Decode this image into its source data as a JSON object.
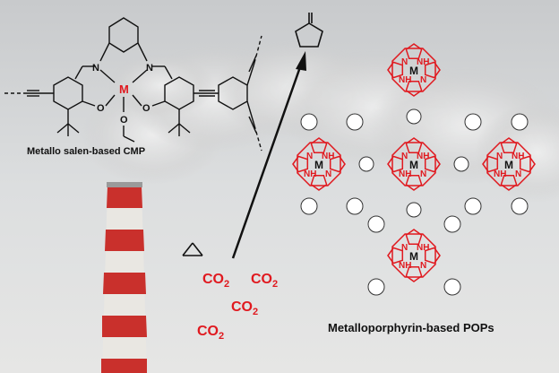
{
  "labels": {
    "salen_cmp": "Metallo salen-based CMP",
    "porphyrin_pops": "Metalloporphyrin-based POPs"
  },
  "co2": [
    {
      "base": "CO",
      "sub": "2"
    },
    {
      "base": "CO",
      "sub": "2"
    },
    {
      "base": "CO",
      "sub": "2"
    },
    {
      "base": "CO",
      "sub": "2"
    }
  ],
  "atoms": {
    "metal": "M",
    "nitrogen": "N",
    "oxygen": "O",
    "pyrrole_nh": "NH"
  },
  "colors": {
    "porphyrin": "#e0191f",
    "co2": "#e0191f",
    "metal": "#e0191f",
    "bonds": "#111111",
    "sky": "#d9dbdd",
    "chimney_red": "#c9302c",
    "chimney_white": "#e9e7e2"
  }
}
